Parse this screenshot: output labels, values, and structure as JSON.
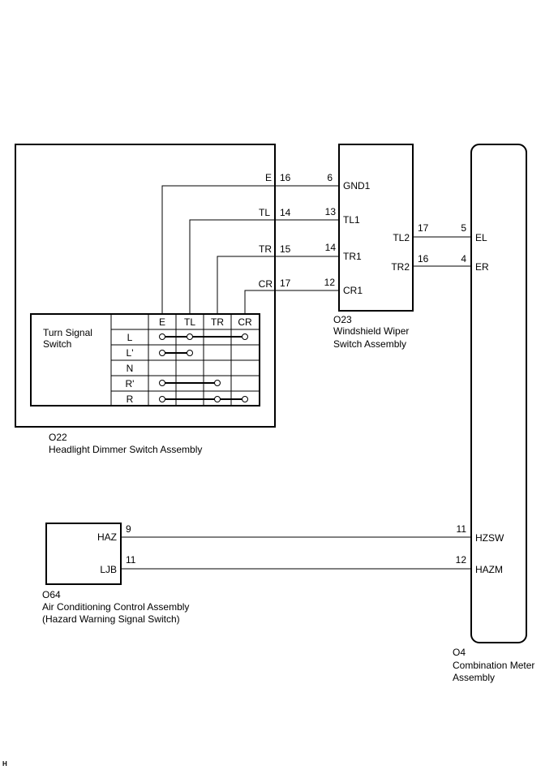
{
  "components": {
    "o22": {
      "code": "O22",
      "name": "Headlight Dimmer Switch Assembly"
    },
    "o23": {
      "code": "O23",
      "name_line1": "Windshield Wiper",
      "name_line2": "Switch Assembly"
    },
    "o4": {
      "code": "O4",
      "name_line1": "Combination Meter",
      "name_line2": "Assembly"
    },
    "o64": {
      "code": "O64",
      "name_line1": "Air Conditioning Control Assembly",
      "name_line2": "(Hazard Warning Signal Switch)"
    }
  },
  "turn_signal_switch": {
    "label_line1": "Turn Signal",
    "label_line2": "Switch",
    "columns": [
      "E",
      "TL",
      "TR",
      "CR"
    ],
    "rows": [
      "L",
      "L'",
      "N",
      "R'",
      "R"
    ]
  },
  "wires": {
    "e": {
      "left_label": "E",
      "left_pin": "16",
      "right_pin": "6",
      "right_label": "GND1"
    },
    "tl": {
      "left_label": "TL",
      "left_pin": "14",
      "right_pin": "13",
      "right_label": "TL1"
    },
    "tr": {
      "left_label": "TR",
      "left_pin": "15",
      "right_pin": "14",
      "right_label": "TR1"
    },
    "cr": {
      "left_label": "CR",
      "left_pin": "17",
      "right_pin": "12",
      "right_label": "CR1"
    },
    "el": {
      "left_label": "TL2",
      "left_pin": "17",
      "right_pin": "5",
      "right_label": "EL"
    },
    "er": {
      "left_label": "TR2",
      "left_pin": "16",
      "right_pin": "4",
      "right_label": "ER"
    },
    "hazsw": {
      "left_label": "HAZ",
      "left_pin": "9",
      "right_pin": "11",
      "right_label": "HZSW"
    },
    "hazm": {
      "left_label": "LJB",
      "left_pin": "11",
      "right_pin": "12",
      "right_label": "HAZM"
    }
  },
  "footer_mark": "H"
}
